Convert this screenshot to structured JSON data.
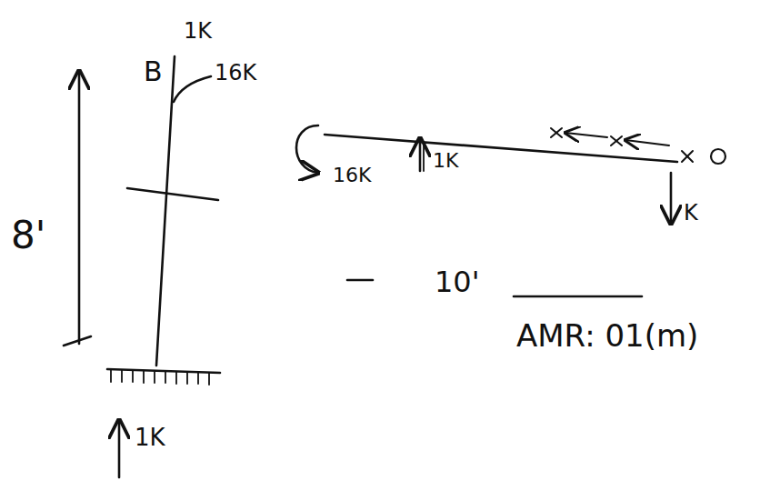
{
  "diagram": {
    "labels": [
      "B",
      "1K",
      "16K",
      "8'",
      "1K",
      "16K",
      "1K",
      "K",
      "10'",
      "AMR: 01(m)"
    ]
  }
}
